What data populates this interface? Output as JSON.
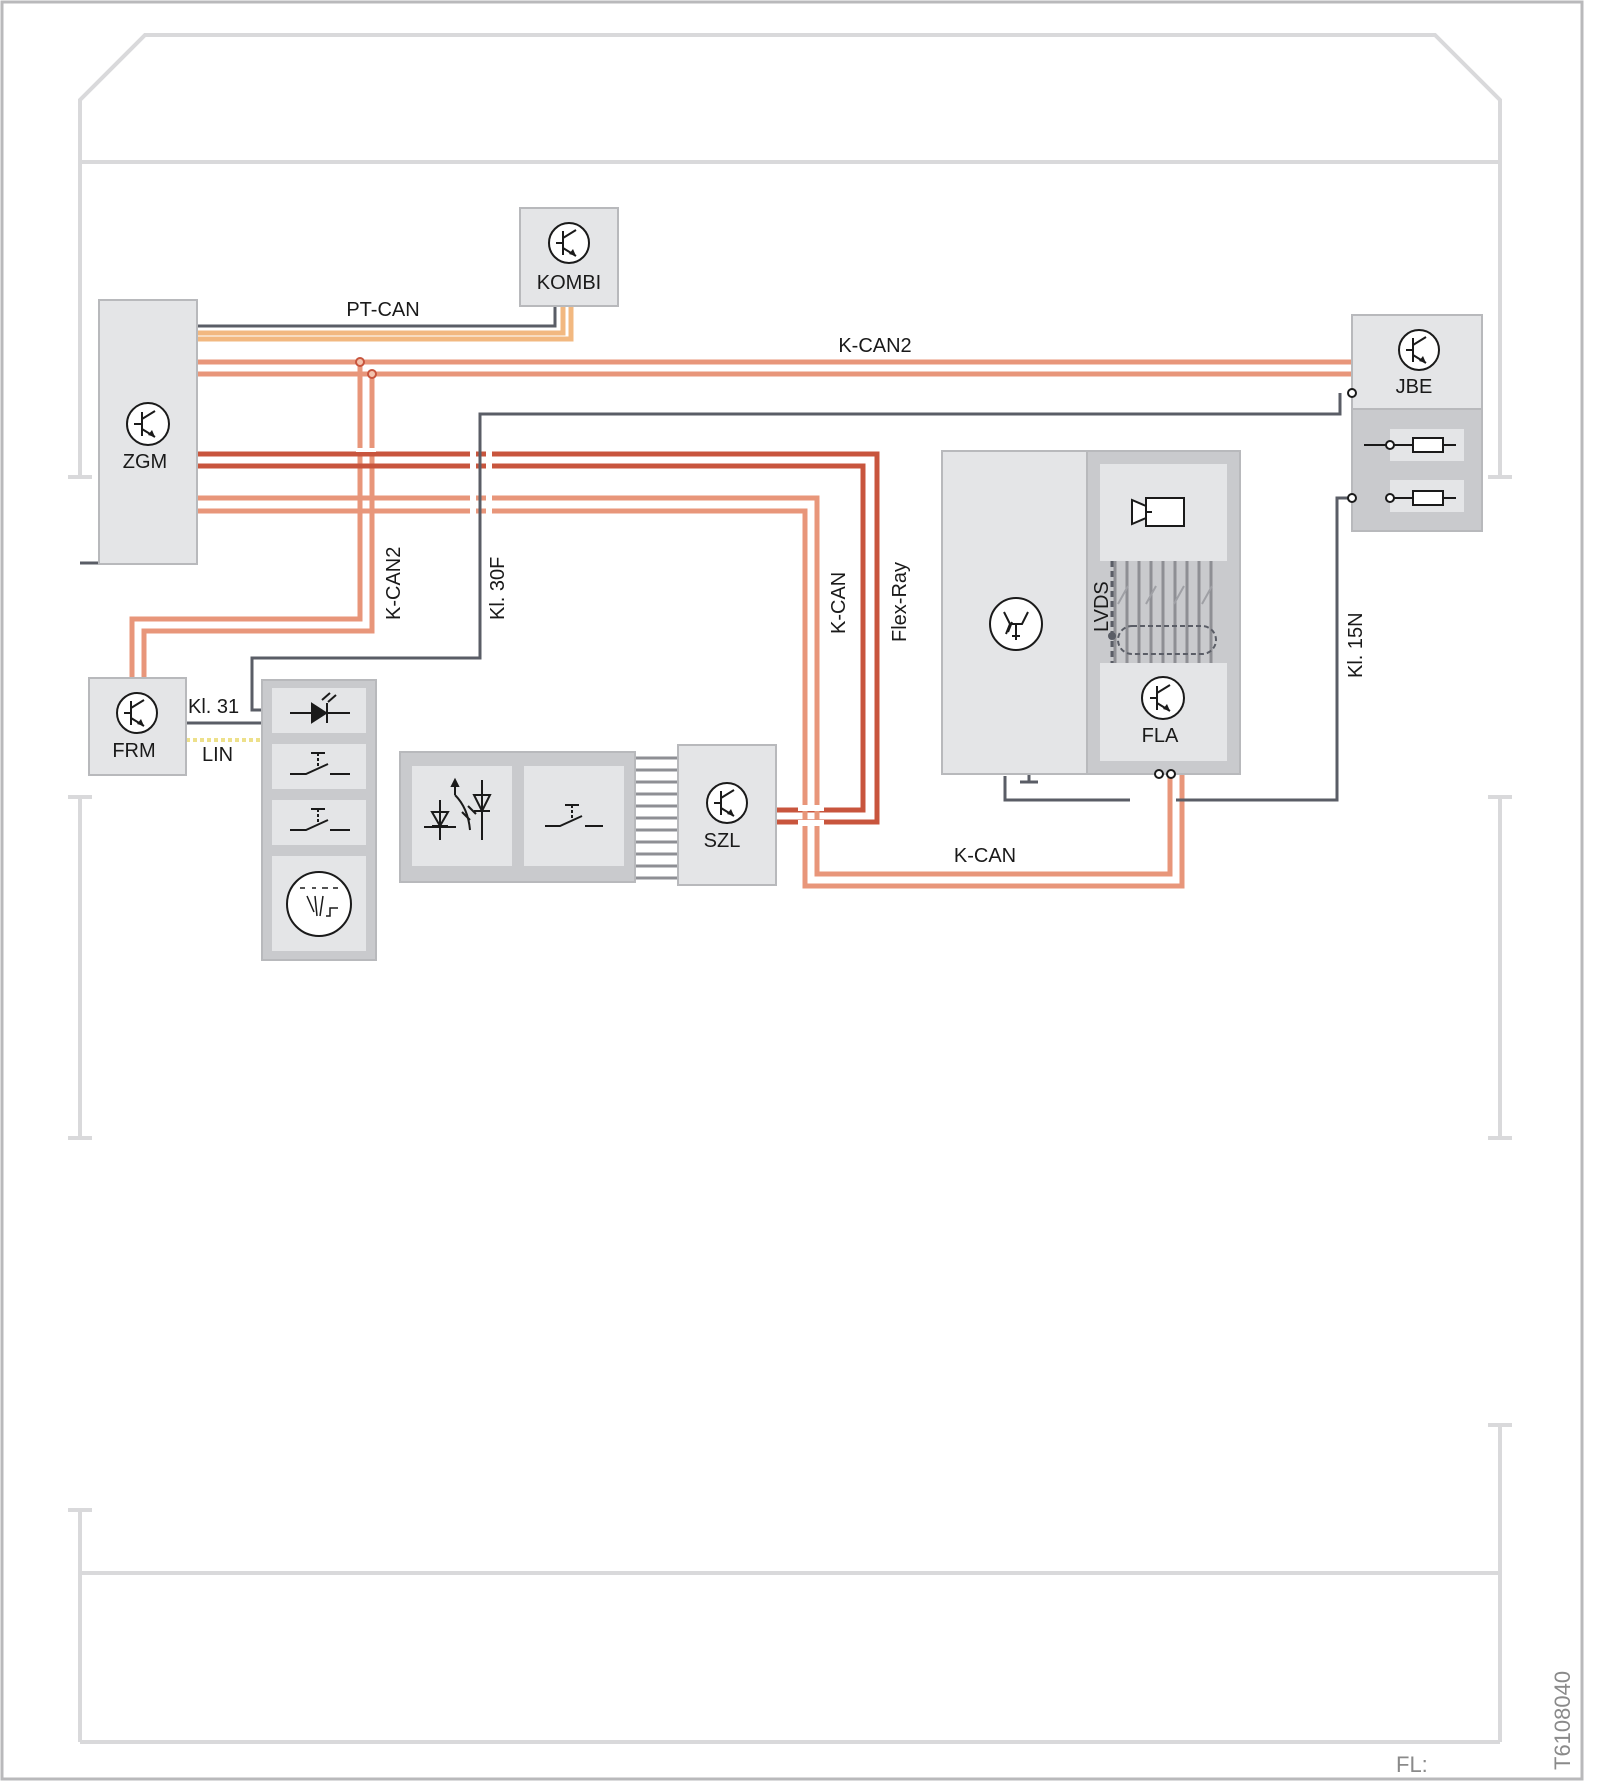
{
  "modules": {
    "zgm": "ZGM",
    "kombi": "KOMBI",
    "jbe": "JBE",
    "frm": "FRM",
    "szl": "SZL",
    "fla": "FLA"
  },
  "bus_labels": {
    "pt_can": "PT-CAN",
    "k_can2_top": "K-CAN2",
    "k_can2_vertical": "K-CAN2",
    "kl_30f": "Kl. 30F",
    "k_can_vertical": "K-CAN",
    "flex_ray": "Flex-Ray",
    "lvds": "LVDS",
    "kl_15n": "Kl. 15N",
    "kl_31": "Kl. 31",
    "lin": "LIN",
    "k_can_bottom": "K-CAN"
  },
  "footer": {
    "fl": "FL:",
    "figure_id": "T6108040"
  },
  "colors": {
    "pt_can": "#f2b880",
    "k_can": "#e8967a",
    "flex_ray": "#c8553d",
    "power": "#5a5d66",
    "lin": "#ede08a",
    "module_fill": "#e4e5e7",
    "module_stroke": "#b8b9bc",
    "frame": "#d6d6d8"
  }
}
